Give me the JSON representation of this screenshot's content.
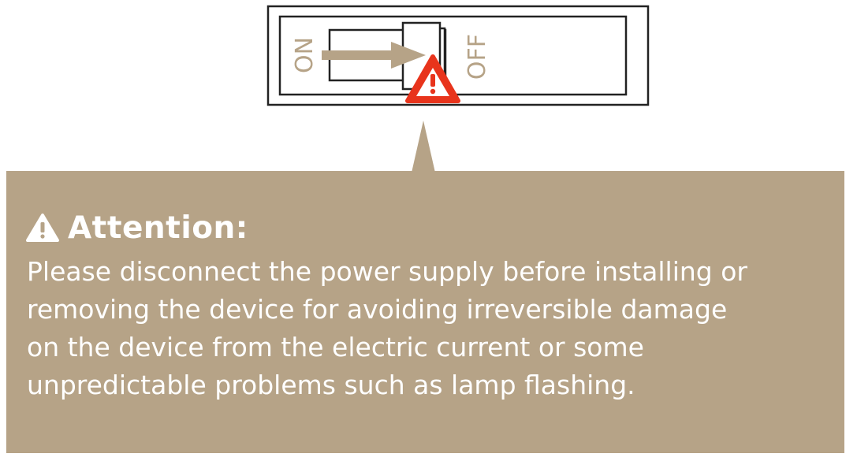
{
  "switch": {
    "on_label": "ON",
    "off_label": "OFF",
    "warning_icon": "warning-triangle-icon",
    "arrow_icon": "arrow-right-icon"
  },
  "notice": {
    "icon": "warning-triangle-icon",
    "title": "Attention:",
    "lines": [
      "Please disconnect the power supply before installing or",
      "removing the device for avoiding irreversible damage",
      "on the device from the electric current or some",
      "unpredictable problems such as lamp flashing."
    ]
  },
  "colors": {
    "accent": "#b6a387",
    "warning_red": "#e8341c",
    "outline": "#222222",
    "text": "#ffffff"
  }
}
